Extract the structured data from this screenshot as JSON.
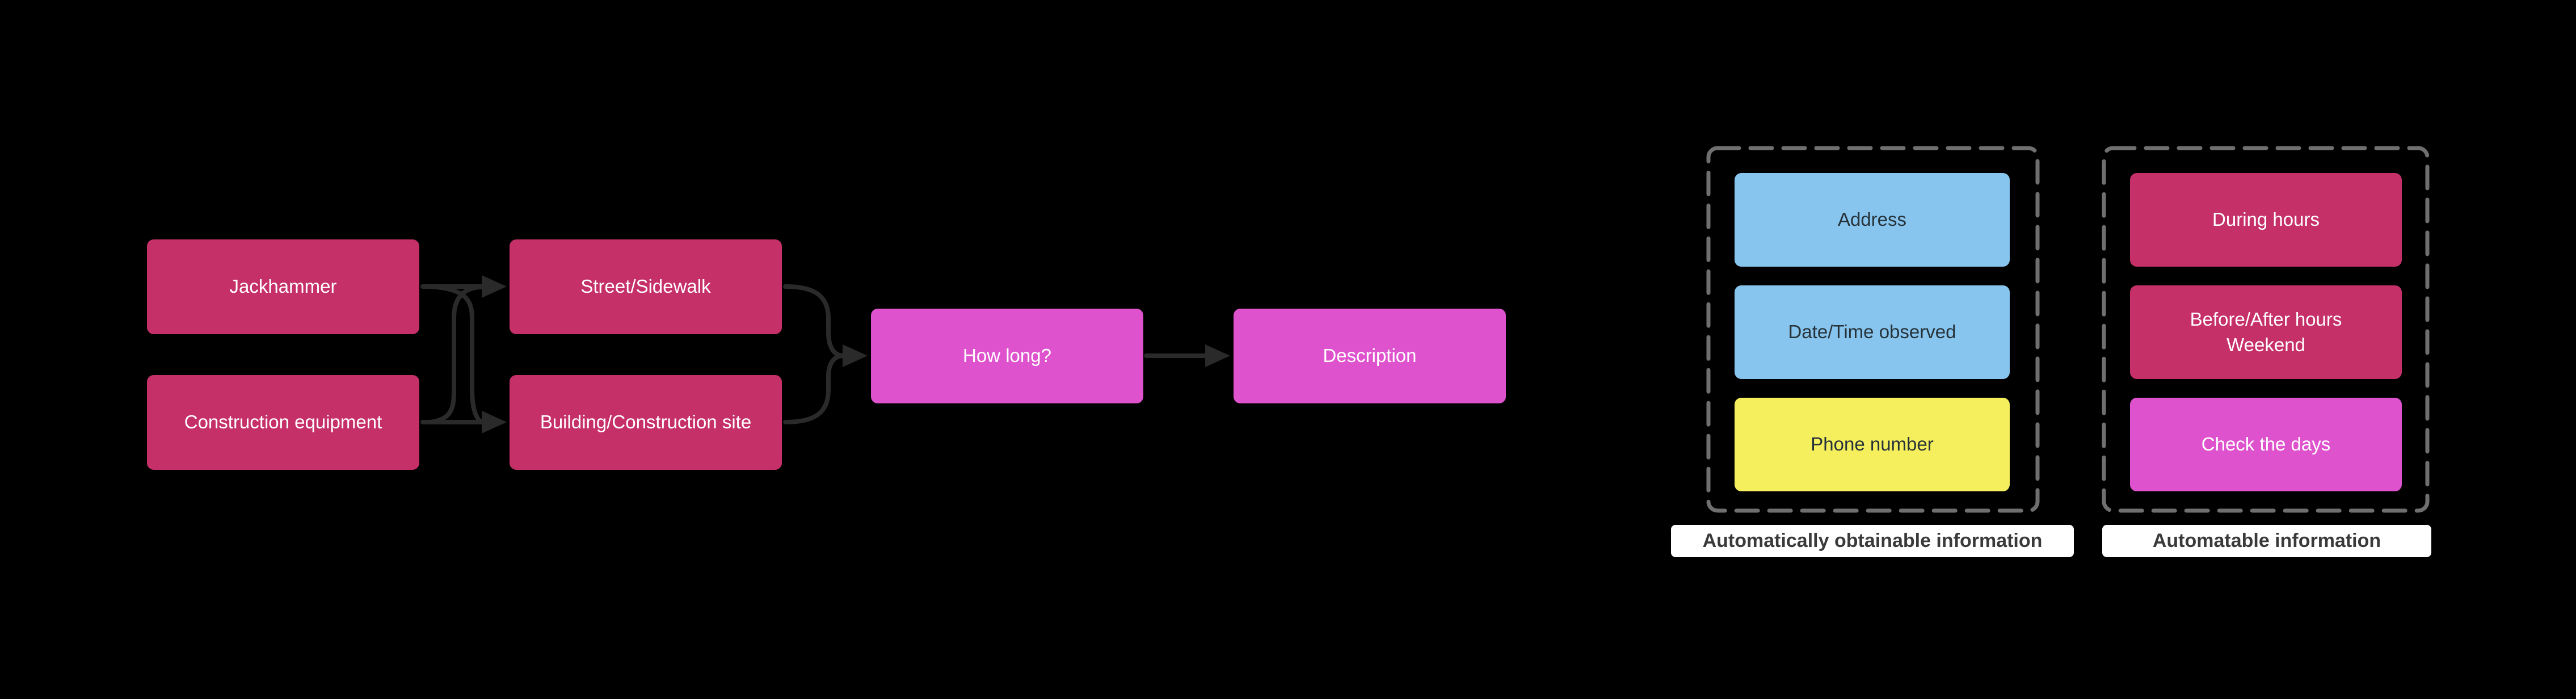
{
  "colors": {
    "canvas_bg": "#000000",
    "crimson": "#c63069",
    "magenta": "#de52ce",
    "blue": "#87c5ef",
    "yellow": "#f5ef5e",
    "arrow": "#2a2a2a",
    "dashed_border": "#6f6f6f",
    "caption_bg": "#ffffff",
    "caption_text": "#3a3a3a",
    "dark_text": "#263238",
    "light_text": "#ffffff"
  },
  "flowchart": {
    "nodes": {
      "jackhammer": {
        "label": "Jackhammer"
      },
      "construction_equipment": {
        "label": "Construction equipment"
      },
      "street_sidewalk": {
        "label": "Street/Sidewalk"
      },
      "building_construction_site": {
        "label": "Building/Construction site"
      },
      "how_long": {
        "label": "How long?"
      },
      "description": {
        "label": "Description"
      }
    }
  },
  "groups": {
    "obtainable": {
      "caption": "Automatically obtainable information",
      "items": {
        "address": {
          "label": "Address"
        },
        "datetime_observed": {
          "label": "Date/Time observed"
        },
        "phone_number": {
          "label": "Phone number"
        }
      }
    },
    "automatable": {
      "caption": "Automatable information",
      "items": {
        "during_hours": {
          "label": "During hours"
        },
        "before_after_hours": {
          "label": "Before/After hours\nWeekend"
        },
        "check_the_days": {
          "label": "Check the days"
        }
      }
    }
  }
}
